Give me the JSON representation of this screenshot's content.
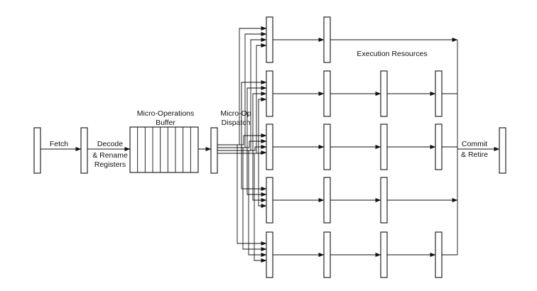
{
  "labels": {
    "fetch": "Fetch",
    "decode": "Decode",
    "rename_1": "& Rename",
    "rename_2": "Registers",
    "buffer_1": "Micro-Operations",
    "buffer_2": "Buffer",
    "dispatch_1": "Micro-Op",
    "dispatch_2": "Dispatch",
    "execution": "Execution Resources",
    "commit_1": "Commit",
    "commit_2": "& Retire"
  },
  "execution_units": [
    {
      "stages": 2
    },
    {
      "stages": 4
    },
    {
      "stages": 4
    },
    {
      "stages": 3
    },
    {
      "stages": 4
    }
  ],
  "buffer_slots": 9,
  "colors": {
    "ink": "#111111",
    "background": "#ffffff"
  }
}
